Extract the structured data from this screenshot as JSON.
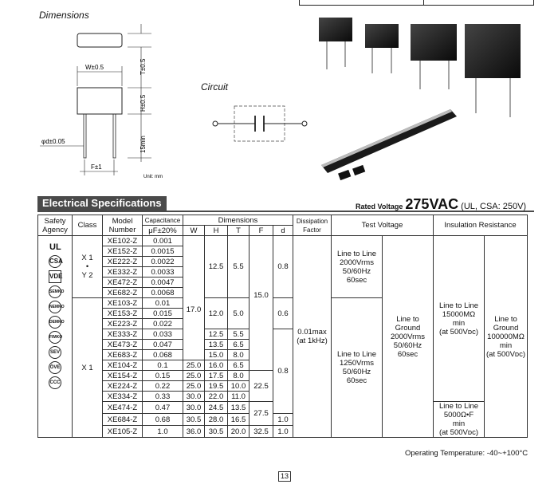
{
  "dimensions": {
    "title": "Dimensions",
    "t_label": "T±0.5",
    "w_label": "W±0.5",
    "h_label": "H±0.5",
    "lead_label": "15min",
    "d_label": "φd±0.05",
    "f_label": "F±1",
    "unit": "Unit: mm"
  },
  "circuit": {
    "title": "Circuit"
  },
  "section": {
    "title": "Electrical Specifications",
    "rated_label": "Rated Voltage",
    "rated_value": "275VAC",
    "rated_note": "(UL, CSA: 250V)"
  },
  "table": {
    "headers": {
      "safety": "Safety Agency",
      "class": "Class",
      "model": "Model Number",
      "cap": "Capacitance",
      "cap_sub": "μF±20%",
      "dimensions": "Dimensions",
      "w": "W",
      "h": "H",
      "t": "T",
      "f": "F",
      "d": "d",
      "df": "Dissipation Factor",
      "test_voltage": "Test Voltage",
      "insulation": "Insulation Resistance"
    },
    "class1": {
      "a": "X 1",
      "dot": "•",
      "b": "Y 2"
    },
    "class2": "X 1",
    "rows": [
      [
        "XE102-Z",
        "0.001"
      ],
      [
        "XE152-Z",
        "0.0015"
      ],
      [
        "XE222-Z",
        "0.0022"
      ],
      [
        "XE332-Z",
        "0.0033"
      ],
      [
        "XE472-Z",
        "0.0047"
      ],
      [
        "XE682-Z",
        "0.0068"
      ],
      [
        "XE103-Z",
        "0.01"
      ],
      [
        "XE153-Z",
        "0.015"
      ],
      [
        "XE223-Z",
        "0.022"
      ],
      [
        "XE333-Z",
        "0.033"
      ],
      [
        "XE473-Z",
        "0.047"
      ],
      [
        "XE683-Z",
        "0.068"
      ],
      [
        "XE104-Z",
        "0.1"
      ],
      [
        "XE154-Z",
        "0.15"
      ],
      [
        "XE224-Z",
        "0.22"
      ],
      [
        "XE334-Z",
        "0.33"
      ],
      [
        "XE474-Z",
        "0.47"
      ],
      [
        "XE684-Z",
        "0.68"
      ],
      [
        "XE105-Z",
        "1.0"
      ]
    ],
    "w": {
      "g1": "17.0",
      "r12": "25.0",
      "r13": "25.0",
      "r14": "25.0",
      "r15": "30.0",
      "r16": "30.0",
      "r17": "30.5",
      "r18": "36.0"
    },
    "h": {
      "g1": "12.5",
      "g2": "12.0",
      "r9": "12.5",
      "r10": "13.5",
      "r11": "15.0",
      "r12": "16.0",
      "r13": "17.5",
      "r14": "19.5",
      "r15": "22.0",
      "r16": "24.5",
      "r17": "28.0",
      "r18": "30.5"
    },
    "t": {
      "g1": "5.5",
      "g2": "5.0",
      "r9": "5.5",
      "r10": "6.5",
      "r11": "8.0",
      "r12": "6.5",
      "r13": "8.0",
      "r14": "10.0",
      "r15": "11.0",
      "r16": "13.5",
      "r17": "16.5",
      "r18": "20.0"
    },
    "f": {
      "g1": "15.0",
      "g2": "22.5",
      "g3": "27.5",
      "r18": "32.5"
    },
    "d": {
      "g1": "0.8",
      "g2": "0.6",
      "g3": "0.8",
      "r17": "1.0",
      "r18": "1.0"
    },
    "df": {
      "a": "0.01max",
      "b": "(at 1kHz)"
    },
    "tv_line1": [
      "Line to Line",
      "2000Vrms",
      "50/60Hz",
      "60sec"
    ],
    "tv_line2": [
      "Line to Line",
      "1250Vrms",
      "50/60Hz",
      "60sec"
    ],
    "tv_ground": [
      "Line to",
      "Ground",
      "2000Vrms",
      "50/60Hz",
      "60sec"
    ],
    "ir_line1": [
      "Line to Line",
      "15000MΩ",
      "min",
      "(at 500Vᴅᴄ)"
    ],
    "ir_line2": [
      "Line to Line",
      "5000Ω•F",
      "min",
      "(at 500Vᴅᴄ)"
    ],
    "ir_ground": [
      "Line to",
      "Ground",
      "100000MΩ",
      "min",
      "(at 500Vᴅᴄ)"
    ]
  },
  "agencies": [
    "UL",
    "CSA",
    "VDE",
    "SEMKO",
    "NEMKO",
    "DEMKO",
    "FIMKO",
    "SEV",
    "ÖVE",
    "CCC"
  ],
  "operating_temp": "Operating Temperature: -40~+100°C",
  "page_number": "13"
}
